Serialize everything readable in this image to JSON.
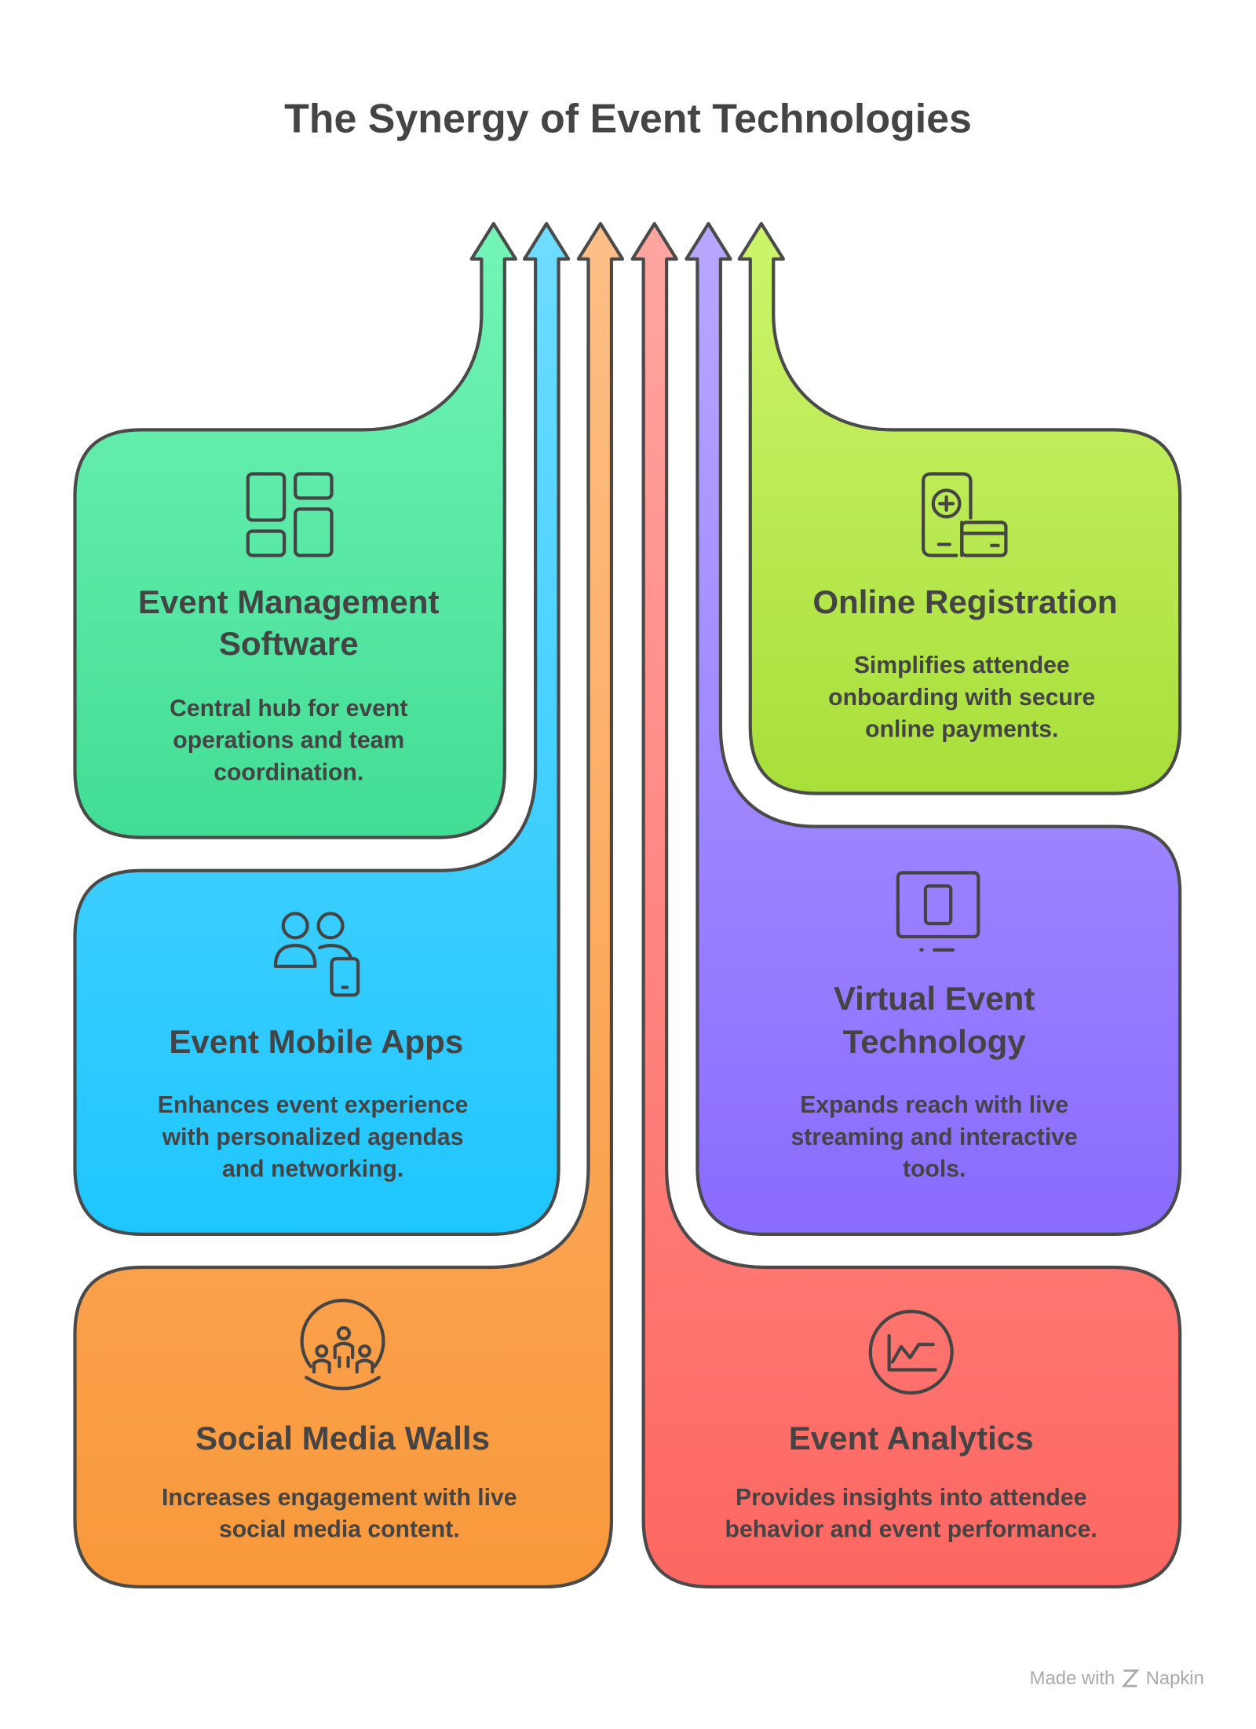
{
  "title": "The Synergy of Event Technologies",
  "cards": [
    {
      "id": "event-management-software",
      "title_lines": [
        "Event Management",
        "Software"
      ],
      "desc_lines": [
        "Central hub for event",
        "operations and team",
        "coordination."
      ],
      "icon": "dashboard-layout-icon",
      "colors": [
        "#74f5b8",
        "#42dd95"
      ]
    },
    {
      "id": "event-mobile-apps",
      "title_lines": [
        "Event Mobile Apps"
      ],
      "desc_lines": [
        "Enhances event experience",
        "with personalized agendas",
        "and networking."
      ],
      "icon": "users-phone-icon",
      "colors": [
        "#70dcff",
        "#1ec6ff"
      ]
    },
    {
      "id": "social-media-walls",
      "title_lines": [
        "Social Media Walls"
      ],
      "desc_lines": [
        "Increases engagement with live",
        "social media content."
      ],
      "icon": "community-icon",
      "colors": [
        "#ffbf87",
        "#f8983a"
      ]
    },
    {
      "id": "online-registration",
      "title_lines": [
        "Online Registration"
      ],
      "desc_lines": [
        "Simplifies attendee",
        "onboarding with secure",
        "online payments."
      ],
      "icon": "phone-payment-icon",
      "colors": [
        "#cdf56c",
        "#a8df3a"
      ]
    },
    {
      "id": "virtual-event-technology",
      "title_lines": [
        "Virtual Event",
        "Technology"
      ],
      "desc_lines": [
        "Expands reach with live",
        "streaming and interactive",
        "tools."
      ],
      "icon": "monitor-icon",
      "colors": [
        "#b9a8ff",
        "#8a6bff"
      ]
    },
    {
      "id": "event-analytics",
      "title_lines": [
        "Event Analytics"
      ],
      "desc_lines": [
        "Provides insights into attendee",
        "behavior and event performance."
      ],
      "icon": "analytics-chart-icon",
      "colors": [
        "#ffa6a1",
        "#fe6762"
      ]
    }
  ],
  "watermark": "Made with",
  "watermark_brand": "Napkin"
}
